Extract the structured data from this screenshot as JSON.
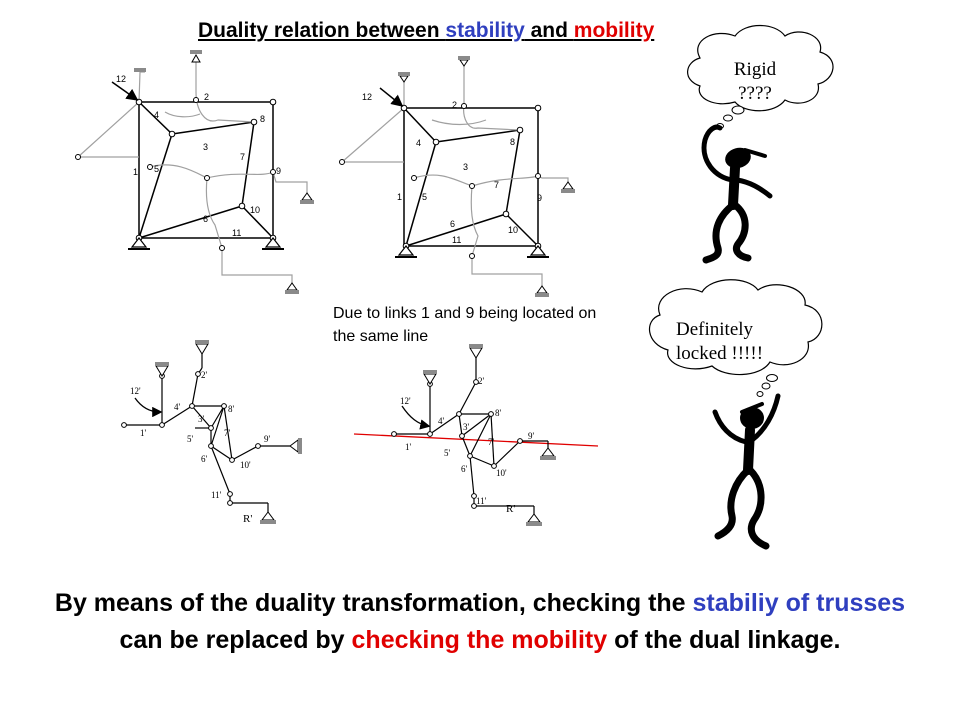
{
  "title": {
    "prefix": "Duality relation between ",
    "word1": "stability",
    "middle": " and ",
    "word2": "mobility"
  },
  "note": "Due to links 1 and 9 being located on the same line",
  "bubble1": {
    "line1": "Rigid",
    "line2": "????"
  },
  "bubble2": {
    "line1": "Definitely",
    "line2": "locked !!!!!"
  },
  "bottom": {
    "part1": "By means of the duality transformation, checking the ",
    "part2": "stabiliy of trusses",
    "part3": " can be replaced by ",
    "part4": "checking the mobility",
    "part5": " of the dual linkage."
  },
  "truss1_labels": [
    "12",
    "2",
    "4",
    "8",
    "3",
    "7",
    "9",
    "1",
    "5",
    "6",
    "10",
    "11"
  ],
  "truss2_labels": [
    "12",
    "2",
    "4",
    "8",
    "3",
    "7",
    "9",
    "1",
    "5",
    "6",
    "10",
    "11"
  ],
  "dual1_labels": [
    "12'",
    "2'",
    "4'",
    "8'",
    "3'",
    "7'",
    "9'",
    "1'",
    "5'",
    "6'",
    "10'",
    "11'",
    "R'"
  ],
  "dual2_labels": [
    "12'",
    "2'",
    "4'",
    "8'",
    "3'",
    "7'",
    "9'",
    "1'",
    "5'",
    "6'",
    "10'",
    "11'",
    "R'"
  ],
  "colors": {
    "blue": "#2f3fbf",
    "red": "#e00000",
    "support": "#8a8a8a",
    "line": "#a0a0a0"
  }
}
